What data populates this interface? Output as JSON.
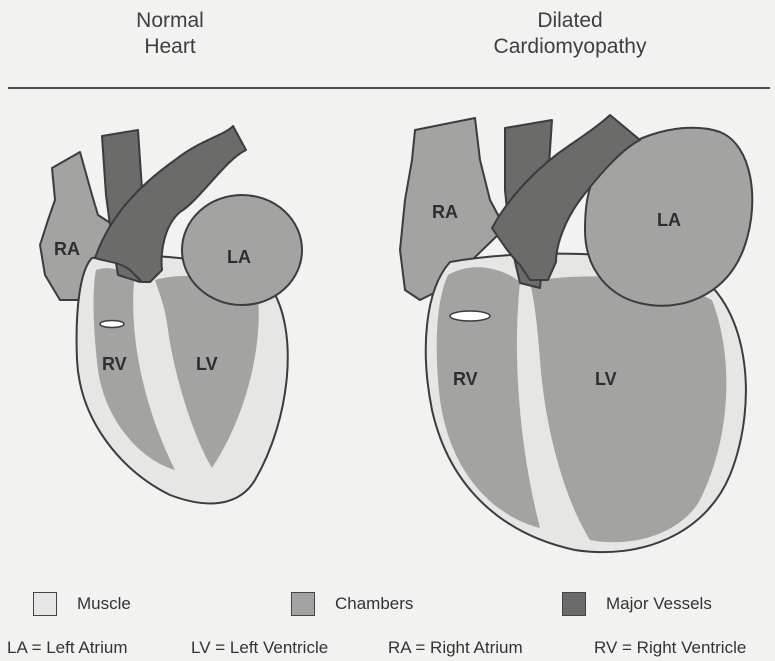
{
  "titles": {
    "normal": [
      "Normal",
      "Heart"
    ],
    "dilated": [
      "Dilated",
      "Cardiomyopathy"
    ]
  },
  "colors": {
    "muscle": "#e6e6e4",
    "chambers": "#a3a3a1",
    "major_vessels": "#6b6b69",
    "outline": "#3c3c3c",
    "background": "#f2f2f0"
  },
  "labels": {
    "normal": {
      "ra": "RA",
      "la": "LA",
      "rv": "RV",
      "lv": "LV"
    },
    "dilated": {
      "ra": "RA",
      "la": "LA",
      "rv": "RV",
      "lv": "LV"
    }
  },
  "legend": [
    {
      "label": "Muscle",
      "color": "#e6e6e4"
    },
    {
      "label": "Chambers",
      "color": "#a3a3a1"
    },
    {
      "label": "Major Vessels",
      "color": "#6b6b69"
    }
  ],
  "abbreviations": [
    "LA = Left Atrium",
    "LV = Left Ventricle",
    "RA = Right Atrium",
    "RV = Right Ventricle"
  ]
}
